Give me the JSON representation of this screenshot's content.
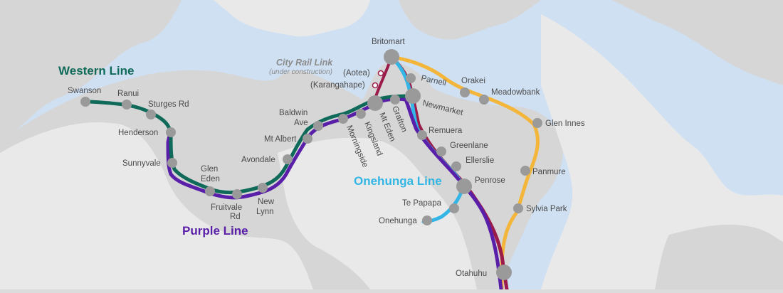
{
  "colors": {
    "water": "#cfe0f3",
    "land_dark": "#d6d6d6",
    "land_light": "#e9e9e9",
    "station": "#9a9a9a",
    "western": "#0f6a59",
    "purple": "#5a1fa8",
    "onehunga": "#33b6e6",
    "southern": "#9b1b4a",
    "eastern": "#f4b63a",
    "crl": "#9b1b4a"
  },
  "lines": {
    "western": "Western Line",
    "purple": "Purple Line",
    "onehunga": "Onehunga Line"
  },
  "crl": {
    "title": "City Rail Link",
    "subtitle": "(under construction)"
  },
  "stations": {
    "britomart": "Britomart",
    "aotea": "(Aotea)",
    "karangahape": "(Karangahape)",
    "parnell": "Parnell",
    "newmarket": "Newmarket",
    "orakei": "Orakei",
    "meadowbank": "Meadowbank",
    "glen_innes": "Glen Innes",
    "panmure": "Panmure",
    "sylvia_park": "Sylvia Park",
    "remuera": "Remuera",
    "greenlane": "Greenlane",
    "ellerslie": "Ellerslie",
    "penrose": "Penrose",
    "te_papapa": "Te Papapa",
    "onehunga": "Onehunga",
    "otahuhu": "Otahuhu",
    "grafton": "Grafton",
    "mt_eden": "Mt Eden",
    "kingsland": "Kingsland",
    "morningside": "Morningside",
    "baldwin_ave_1": "Baldwin",
    "baldwin_ave_2": "Ave",
    "mt_albert": "Mt Albert",
    "avondale": "Avondale",
    "new_lynn_1": "New",
    "new_lynn_2": "Lynn",
    "fruitvale_rd_1": "Fruitvale",
    "fruitvale_rd_2": "Rd",
    "glen_eden_1": "Glen",
    "glen_eden_2": "Eden",
    "sunnyvale": "Sunnyvale",
    "henderson": "Henderson",
    "sturges_rd": "Sturges Rd",
    "ranui": "Ranui",
    "swanson": "Swanson"
  }
}
